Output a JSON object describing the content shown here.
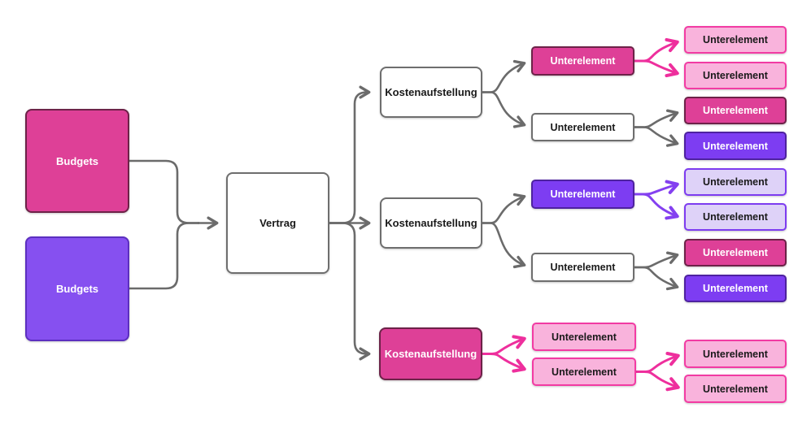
{
  "diagram": {
    "type": "flowchart",
    "direction": "left-to-right",
    "nodes": [
      {
        "id": "budget-pink",
        "label": "Budgets",
        "level": 0,
        "variant": "pink-solid"
      },
      {
        "id": "budget-purple",
        "label": "Budgets",
        "level": 0,
        "variant": "purple-solid"
      },
      {
        "id": "vertrag",
        "label": "Vertrag",
        "level": 1,
        "variant": "white"
      },
      {
        "id": "kosten-1",
        "label": "Kostenaufstellung",
        "level": 2,
        "variant": "white"
      },
      {
        "id": "kosten-2",
        "label": "Kostenaufstellung",
        "level": 2,
        "variant": "white"
      },
      {
        "id": "kosten-3",
        "label": "Kostenaufstellung",
        "level": 2,
        "variant": "pink-solid"
      },
      {
        "id": "unter-1",
        "label": "Unterelement",
        "level": 3,
        "variant": "pink-solid"
      },
      {
        "id": "unter-2",
        "label": "Unterelement",
        "level": 3,
        "variant": "white"
      },
      {
        "id": "unter-3",
        "label": "Unterelement",
        "level": 3,
        "variant": "violet-solid"
      },
      {
        "id": "unter-4",
        "label": "Unterelement",
        "level": 3,
        "variant": "white"
      },
      {
        "id": "unter-5",
        "label": "Unterelement",
        "level": 3,
        "variant": "pink-light"
      },
      {
        "id": "unter-6",
        "label": "Unterelement",
        "level": 3,
        "variant": "pink-light"
      },
      {
        "id": "sub-1",
        "label": "Unterelement",
        "level": 4,
        "variant": "pink-light"
      },
      {
        "id": "sub-2",
        "label": "Unterelement",
        "level": 4,
        "variant": "pink-light"
      },
      {
        "id": "sub-3",
        "label": "Unterelement",
        "level": 4,
        "variant": "pink-solid"
      },
      {
        "id": "sub-4",
        "label": "Unterelement",
        "level": 4,
        "variant": "violet-solid"
      },
      {
        "id": "sub-5",
        "label": "Unterelement",
        "level": 4,
        "variant": "purple-light"
      },
      {
        "id": "sub-6",
        "label": "Unterelement",
        "level": 4,
        "variant": "purple-light"
      },
      {
        "id": "sub-7",
        "label": "Unterelement",
        "level": 4,
        "variant": "pink-solid"
      },
      {
        "id": "sub-8",
        "label": "Unterelement",
        "level": 4,
        "variant": "violet-solid"
      },
      {
        "id": "sub-9",
        "label": "Unterelement",
        "level": 4,
        "variant": "pink-light"
      },
      {
        "id": "sub-10",
        "label": "Unterelement",
        "level": 4,
        "variant": "pink-light"
      }
    ],
    "edges": [
      {
        "from": "budget-pink",
        "to": "vertrag",
        "color": "gray"
      },
      {
        "from": "budget-purple",
        "to": "vertrag",
        "color": "gray"
      },
      {
        "from": "vertrag",
        "to": "kosten-1",
        "color": "gray"
      },
      {
        "from": "vertrag",
        "to": "kosten-2",
        "color": "gray"
      },
      {
        "from": "vertrag",
        "to": "kosten-3",
        "color": "gray"
      },
      {
        "from": "kosten-1",
        "to": "unter-1",
        "color": "gray"
      },
      {
        "from": "kosten-1",
        "to": "unter-2",
        "color": "gray"
      },
      {
        "from": "kosten-2",
        "to": "unter-3",
        "color": "gray"
      },
      {
        "from": "kosten-2",
        "to": "unter-4",
        "color": "gray"
      },
      {
        "from": "kosten-3",
        "to": "unter-5",
        "color": "pink"
      },
      {
        "from": "kosten-3",
        "to": "unter-6",
        "color": "pink"
      },
      {
        "from": "unter-1",
        "to": "sub-1",
        "color": "pink"
      },
      {
        "from": "unter-1",
        "to": "sub-2",
        "color": "pink"
      },
      {
        "from": "unter-2",
        "to": "sub-3",
        "color": "gray"
      },
      {
        "from": "unter-2",
        "to": "sub-4",
        "color": "gray"
      },
      {
        "from": "unter-3",
        "to": "sub-5",
        "color": "purple"
      },
      {
        "from": "unter-3",
        "to": "sub-6",
        "color": "purple"
      },
      {
        "from": "unter-4",
        "to": "sub-7",
        "color": "gray"
      },
      {
        "from": "unter-4",
        "to": "sub-8",
        "color": "gray"
      },
      {
        "from": "unter-6",
        "to": "sub-9",
        "color": "pink"
      },
      {
        "from": "unter-6",
        "to": "sub-10",
        "color": "pink"
      }
    ],
    "colors": {
      "edge_gray": "#6b6b6b",
      "edge_pink": "#ee2f9d",
      "edge_purple": "#8440f0",
      "pink_fill": "#de4097",
      "pink_border": "#6d2248",
      "purple_fill": "#8650f0",
      "purple_border": "#5c2fc0",
      "violet_fill": "#7d3df2",
      "violet_border": "#4e22a0",
      "pink_light_fill": "#f9b3dc",
      "pink_light_border": "#f23ba3",
      "lavender_fill": "#ded2f8",
      "lavender_border": "#7d3cf0",
      "white_fill": "#ffffff",
      "gray_border": "#6e6e6e",
      "text_dark": "#1a1a1a",
      "text_light": "#ffffff"
    }
  }
}
